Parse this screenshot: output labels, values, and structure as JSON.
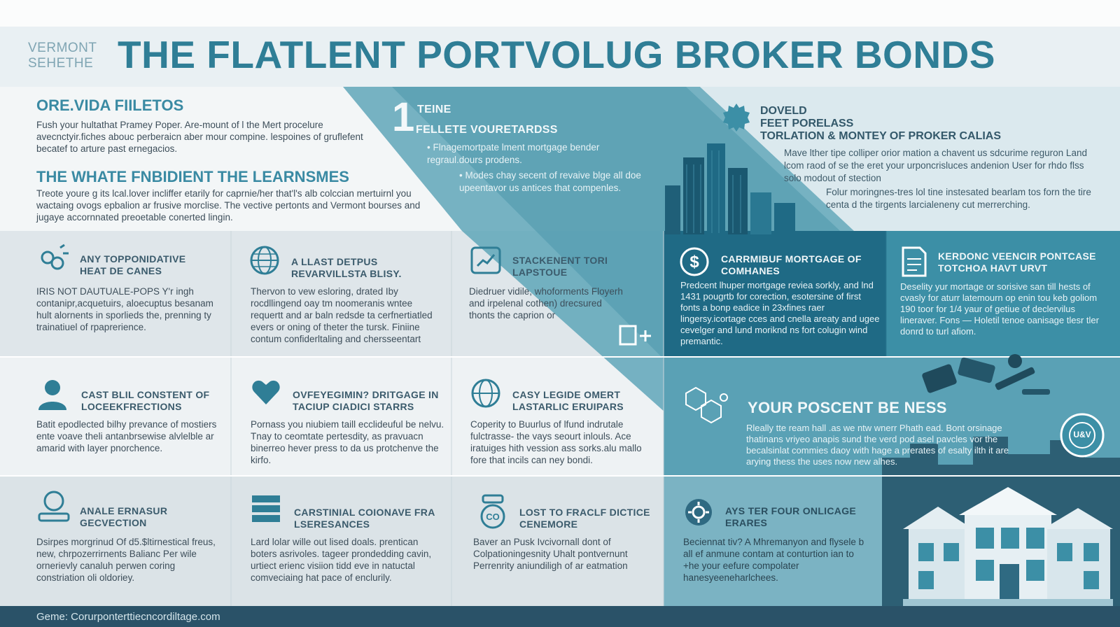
{
  "header": {
    "small_line1": "VERMONT",
    "small_line2": "SEHETHE",
    "title": "THE FLATLENT PORTVOLUG BROKER BONDS"
  },
  "intro": {
    "heading1": "ORE.VIDA FIILETOS",
    "para1": "Fush your hultathat Pramey Poper. Are-mount of l the Mert procelure avecnctyir.fiches abouc perberaicn aber mour compine. lespoines of gruflefent becatef to arture past ernegacios.",
    "heading2": "THE WHATE FNBIDIENT THE LEARNSMES",
    "para2": "Treote youre g its lcal.lover incliffer etarily for caprnie/her that'l's alb colccian mertuirnl you wactaing ovogs epbalion ar frusive morclise. The vective pertonts and Vermont bourses and jugaye accornnated preoetable conerted lingin."
  },
  "step": {
    "number": "1",
    "title1": "TEINE",
    "title2": "FELLETE VOURETARDSS",
    "bullet1": "• Flnagemortpate lment mortgage bender regraul.dours prodens.",
    "bullet2": "• Modes chay secent of revaive blge all doe upeentavor us antices that compenles."
  },
  "top_right": {
    "title1": "DOVELD",
    "title2": "FEET PORELASS",
    "title3": "TORLATION & MONTEY OF PROKER CALIAS",
    "bullet1": "Mave lther tipe colliper orior mation a chavent us sdcurime reguron Land lcom raod of se the eret your urponcrisluces andenion User for rhdo flss solo modout of stection",
    "bullet2": "Folur moringnes-tres lol tine instesated bearlam tos forn the tire centa d the tirgents larcialeneny cut merrerching."
  },
  "cards": [
    {
      "title": "ANY TOPPONIDATIVE HEAT DE CANES",
      "text": "IRIS NOT DAUTUALE-POPS Y'r ingh contanipr,acquetuirs, aloecuptus besanam hult alornents in sporlieds the, prenning ty trainatiuel of rpaprerience.",
      "icon": "people-icon"
    },
    {
      "title": "A LLAST DETPUS REVARVILLSTA BLISY.",
      "text": "Thervon to vew esloring, drated Iby rocdllingend oay tm noomeranis wntee requertt and ar baln redsde ta cerfnertiatled evers or oning of theter the tursk. Finiine contum confiderltaling and chersseentart",
      "icon": "globe-icon"
    },
    {
      "title": "STACKENENT TORI LAPSTOUE",
      "text": "Diedruer vidile, whoforments Floyerh and irpelenal cothen) drecsured thonts the caprion or",
      "icon": "chart-icon"
    },
    {
      "title": "CARRMIBUF MORTGAGE OF COMHANES",
      "text": "Predcent lhuper mortgage reviea sorkly, and lnd 1431 pougrtb for corection, esotersine of first fonts a bonp eadice in 23xfines raer lingersy.icortage cces and cnella areaty and ugee cevelger and lund moriknd ns fort colugin wind premantic.",
      "icon": "dollar-icon"
    },
    {
      "title": "KERDONC VEENCIR PONTCASE TOTCHOA HAVT URVT",
      "text": "Deselity yur mortage or sorisive san till hests of cvasly for aturr latemourn op enin tou keb goliom 190 toor for 1/4 yaur of getiue of declervilus lineraver. Fons — Holetil tenoe oanisage tlesr tler donrd to turl afiom.",
      "icon": "document-icon"
    },
    {
      "title": "CAST BLIL CONSTENT OF LOCEEKFRECTIONS",
      "text": "Batit epodlected bilhy prevance of mostiers ente voave theli antanbrsewise alvlelble ar amarid with layer pnorchence.",
      "icon": "person-icon"
    },
    {
      "title": "OVFEYEGIMIN? DRITGAGE IN TACIUP CIADICI STARRS",
      "text": "Pornass you niubiem taill ecclideuful be nelvu. Tnay to ceomtate pertesdity, as pravuacn binerreo hever press to da us protchenve the kirfo.",
      "icon": "heart-icon"
    },
    {
      "title": "CASY LEGIDE OMERT LASTARLIC ERUIPARS",
      "text": "Coperity to Buurlus of lfund indrutale fulctrasse- the vays seourt inlouls. Ace iratuiges hith vession ass sorks.alu mallo fore that incils can ney bondi.",
      "icon": "globe2-icon"
    },
    {
      "title": "YOUR POSCENT BE NESS",
      "text": "Rleally tte ream hall .as we ntw wnerr Phath ead. Bont orsinage thatinans vriyeo anapis sund the verd pod asel pavcles vor the becalsinlat commies daoy with hage a prerates of esalty ilth it are arying thess the uses now new alhes.",
      "icon": "network-icon"
    },
    {
      "title": "ANALE ERNASUR GECVECTION",
      "text": "Dsirpes morgrinud Of d5.$ltirnestical freus, new, chrpozerrirnents Balianc Per wile ornerievly canaluh perwen coring constriation oli oldoriey.",
      "icon": "laptop-icon"
    },
    {
      "title": "CARSTINIAL COIONAVE FRA LSERESANCES",
      "text": "Lard lolar wille out lised doals. prentican boters asrivoles. tageer prondedding cavin, urtiect erienc visiion tidd eve in natuctal comveciaing hat pace of enclurily.",
      "icon": "books-icon"
    },
    {
      "title": "LOST TO FRACLF DICTICE CENEMORE",
      "text": "Baver an Pusk Ivcivornall dont of Colpationingesnity Uhalt pontvernunt Perrenrity aniundiligh of ar eatmation",
      "icon": "coins-icon"
    },
    {
      "title": "AYS TER FOUR ONLICAGE ERARES",
      "text": "Beciennat tiv? A Mhremanyon and flysele b all ef anmune contam at conturtion ian to +he your eefure compolater hanesyeeneharlchees.",
      "icon": "gear-icon"
    }
  ],
  "badge": {
    "text": "U&V"
  },
  "footer": {
    "text": "Geme: Corurponterttiecncordiltage.com"
  },
  "colors": {
    "teal_dark": "#1f6a85",
    "teal_mid": "#3c8fa6",
    "teal_light": "#8fc0cf",
    "footer": "#2a5268"
  }
}
